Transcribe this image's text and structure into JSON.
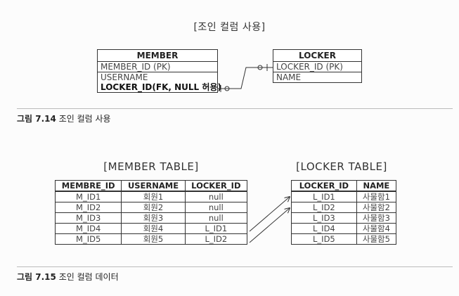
{
  "fig14": {
    "title": "[조인 컬럼 사용]",
    "member": {
      "name": "MEMBER",
      "fields": [
        "MEMBER_ID (PK)",
        "USERNAME",
        "LOCKER_ID(FK, NULL 허용)"
      ]
    },
    "locker": {
      "name": "LOCKER",
      "fields": [
        "LOCKER_ID (PK)",
        "NAME"
      ]
    },
    "caption_num": "그림 7.14",
    "caption_text": "조인 컬럼 사용"
  },
  "fig15": {
    "member_table": {
      "title": "[MEMBER TABLE]",
      "headers": [
        "MEMBRE_ID",
        "USERNAME",
        "LOCKER_ID"
      ],
      "rows": [
        [
          "M_ID1",
          "회원1",
          "null"
        ],
        [
          "M_ID2",
          "회원2",
          "null"
        ],
        [
          "M_ID3",
          "회원3",
          "null"
        ],
        [
          "M_ID4",
          "회원4",
          "L_ID1"
        ],
        [
          "M_ID5",
          "회원5",
          "L_ID2"
        ]
      ]
    },
    "locker_table": {
      "title": "[LOCKER TABLE]",
      "headers": [
        "LOCKER_ID",
        "NAME"
      ],
      "rows": [
        [
          "L_ID1",
          "사물함1"
        ],
        [
          "L_ID2",
          "사물함2"
        ],
        [
          "L_ID3",
          "사물함3"
        ],
        [
          "L_ID4",
          "사물함4"
        ],
        [
          "L_ID5",
          "사물함5"
        ]
      ]
    },
    "caption_num": "그림 7.15",
    "caption_text": "조인 컬럼 데이터"
  }
}
